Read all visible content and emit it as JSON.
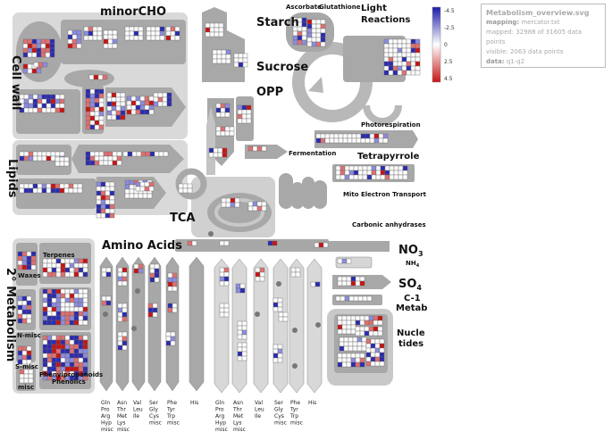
{
  "info": {
    "title": "Metabolism_overview.svg",
    "mapping_label": "mapping:",
    "mapping_value": "mercator.txt",
    "mapped": "mapped: 32988 of 31605 data points",
    "visible": "visible: 2063 data points",
    "data_label": "data:",
    "data_value": "q1-q2"
  },
  "legend": {
    "ticks": [
      "-4.5",
      "-2.5",
      "0",
      "2.5",
      "4.5"
    ],
    "colors": {
      "low": "#1a1aa8",
      "mid": "#ffffff",
      "high": "#c81414"
    }
  },
  "labels": {
    "minor_cho": "minorCHO",
    "cell_wall": "Cell wall",
    "lipids": "Lipids",
    "secondary_metabolism": "2° Metabolism",
    "starch": "Starch",
    "sucrose": "Sucrose",
    "opp": "OPP",
    "fermentation": "Fermentation",
    "tca": "TCA",
    "ascorbate": "Ascorbate",
    "glutathione": "Glutathione",
    "light_reactions_1": "Light",
    "light_reactions_2": "Reactions",
    "photorespiration": "Photorespiration",
    "tetrapyrrole": "Tetrapyrrole",
    "mito_electron_transport": "Mito Electron Transport",
    "carbonic_anhydrases": "Carbonic anhydrases",
    "amino_acids": "Amino Acids",
    "no3": "NO",
    "no3_sub": "3",
    "nh4": "NH",
    "nh4_sub": "4",
    "so4": "SO",
    "so4_sub": "4",
    "c1_metab_1": "C-1",
    "c1_metab_2": "Metab",
    "nucleotides_1": "Nucle",
    "nucleotides_2": "tides",
    "waxes": "Waxes",
    "terpenes": "Terpenes",
    "n_misc": "N-misc",
    "s_misc": "S-misc",
    "misc": "misc",
    "phenylpropanoids_1": "Phenylpropanoids",
    "phenylpropanoids_2": "Phenolics"
  },
  "aa_groups": [
    [
      "Gln",
      "Pro",
      "Arg",
      "Hyp",
      "misc"
    ],
    [
      "Asn",
      "Thr",
      "Met",
      "Lys",
      "misc"
    ],
    [
      "Val",
      "Leu",
      "Ile"
    ],
    [
      "Ser",
      "Gly",
      "Cys",
      "misc"
    ],
    [
      "Phe",
      "Tyr",
      "Trp",
      "misc"
    ],
    [
      "His"
    ]
  ]
}
